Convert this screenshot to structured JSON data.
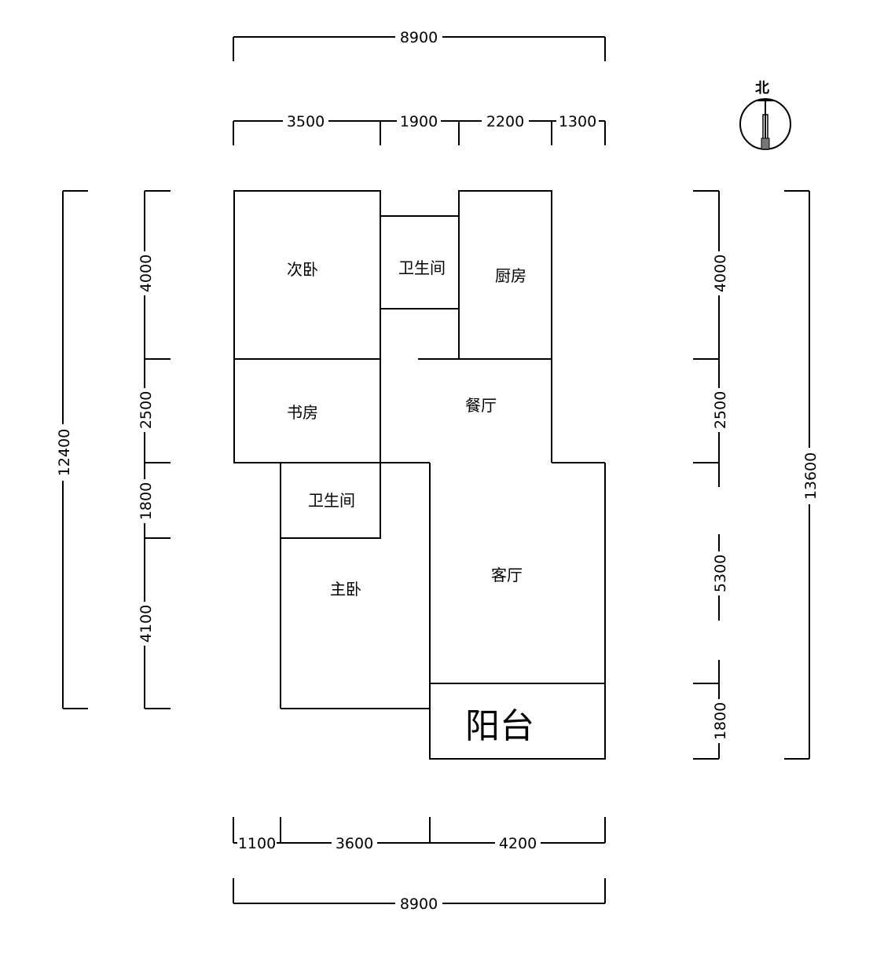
{
  "compass": {
    "label": "北"
  },
  "rooms": {
    "second_bedroom": "次卧",
    "bathroom_top": "卫生间",
    "kitchen": "厨房",
    "study": "书房",
    "dining": "餐厅",
    "bathroom_master": "卫生间",
    "master_bedroom": "主卧",
    "living": "客厅",
    "balcony": "阳台"
  },
  "dimensions": {
    "top_total": "8900",
    "top_segments": [
      "3500",
      "1900",
      "2200",
      "1300"
    ],
    "left_total": "12400",
    "left_segments": [
      "4000",
      "2500",
      "1800",
      "4100"
    ],
    "right_total": "13600",
    "right_segments": [
      "4000",
      "2500",
      "5300",
      "1800"
    ],
    "bottom_segments": [
      "1100",
      "3600",
      "4200"
    ],
    "bottom_total": "8900"
  }
}
